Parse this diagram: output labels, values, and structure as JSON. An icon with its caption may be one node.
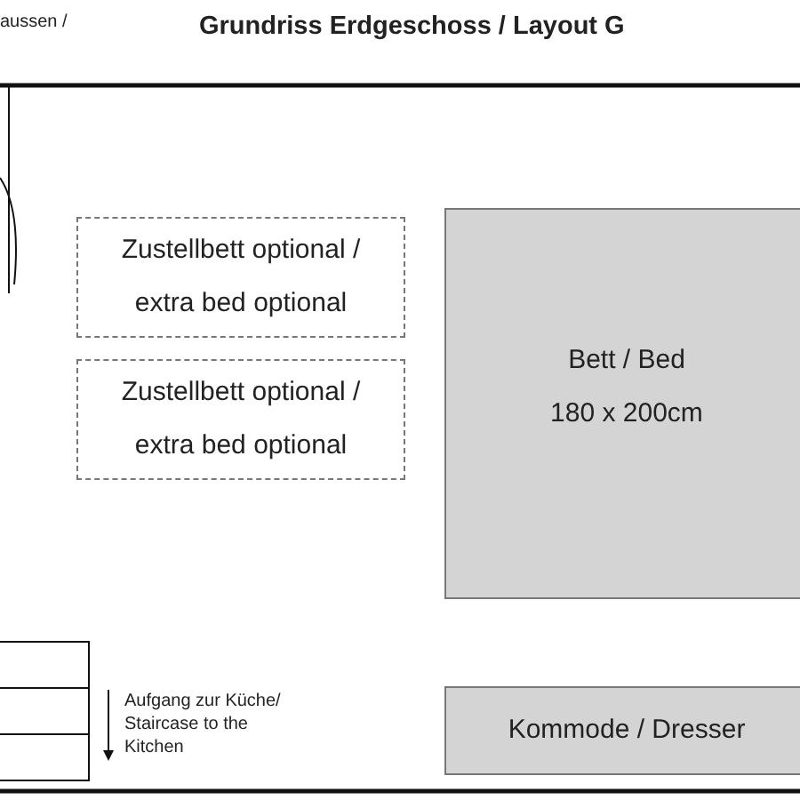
{
  "diagram": {
    "title": "Grundriss Erdgeschoss / Layout G",
    "nodes": [
      {
        "text": [
          "Zustellbett optional / extra bed optional"
        ]
      },
      {
        "text": [
          "Zustellbett optional / extra bed optional"
        ]
      },
      {
        "text": [
          "Bett / Bed",
          "180 x 200cm"
        ]
      },
      {
        "text": [
          "Kommode / Dresser"
        ]
      }
    ],
    "edges": [],
    "labels": [
      "aussen /",
      "Aufgang zur Küche/ Staircase to the Kitchen"
    ]
  }
}
